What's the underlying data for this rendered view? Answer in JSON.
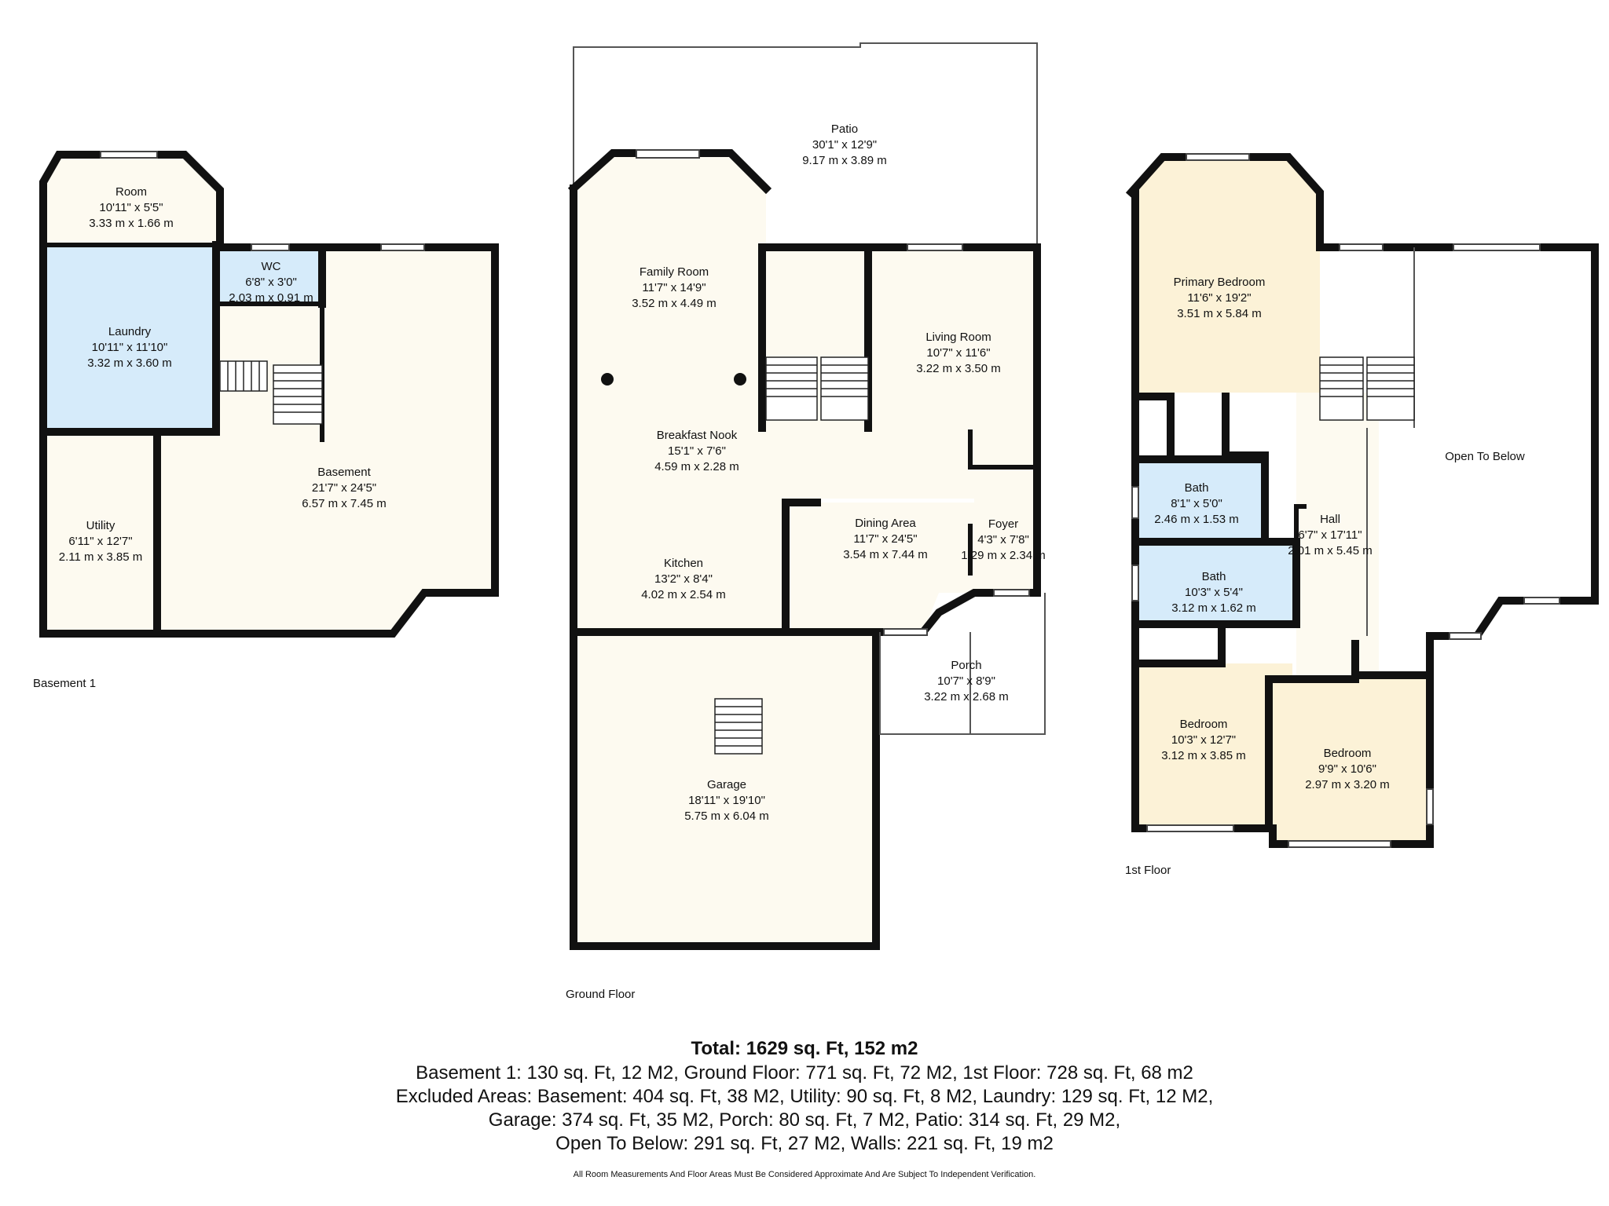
{
  "floors": {
    "basement": {
      "label": "Basement 1",
      "rooms": [
        {
          "name": "Room",
          "imperial": "10'11\" x 5'5\"",
          "metric": "3.33 m x 1.66 m"
        },
        {
          "name": "WC",
          "imperial": "6'8\" x 3'0\"",
          "metric": "2.03 m x 0.91 m"
        },
        {
          "name": "Laundry",
          "imperial": "10'11\" x 11'10\"",
          "metric": "3.32 m x 3.60 m"
        },
        {
          "name": "Basement",
          "imperial": "21'7\" x 24'5\"",
          "metric": "6.57 m x 7.45 m"
        },
        {
          "name": "Utility",
          "imperial": "6'11\" x 12'7\"",
          "metric": "2.11 m x 3.85 m"
        }
      ]
    },
    "ground": {
      "label": "Ground Floor",
      "rooms": [
        {
          "name": "Patio",
          "imperial": "30'1\" x 12'9\"",
          "metric": "9.17 m x 3.89 m"
        },
        {
          "name": "Family Room",
          "imperial": "11'7\" x 14'9\"",
          "metric": "3.52 m x 4.49 m"
        },
        {
          "name": "Living Room",
          "imperial": "10'7\" x 11'6\"",
          "metric": "3.22 m x 3.50 m"
        },
        {
          "name": "Breakfast Nook",
          "imperial": "15'1\" x 7'6\"",
          "metric": "4.59 m x 2.28 m"
        },
        {
          "name": "Dining Area",
          "imperial": "11'7\" x 24'5\"",
          "metric": "3.54 m x 7.44 m"
        },
        {
          "name": "Foyer",
          "imperial": "4'3\" x 7'8\"",
          "metric": "1.29 m x 2.34 m"
        },
        {
          "name": "Kitchen",
          "imperial": "13'2\" x 8'4\"",
          "metric": "4.02 m x 2.54 m"
        },
        {
          "name": "Porch",
          "imperial": "10'7\" x 8'9\"",
          "metric": "3.22 m x 2.68 m"
        },
        {
          "name": "Garage",
          "imperial": "18'11\" x 19'10\"",
          "metric": "5.75 m x 6.04 m"
        }
      ]
    },
    "first": {
      "label": "1st Floor",
      "rooms": [
        {
          "name": "Primary Bedroom",
          "imperial": "11'6\" x 19'2\"",
          "metric": "3.51 m x 5.84 m"
        },
        {
          "name": "Open To Below",
          "imperial": "",
          "metric": ""
        },
        {
          "name": "Bath",
          "imperial": "8'1\" x 5'0\"",
          "metric": "2.46 m x 1.53 m"
        },
        {
          "name": "Hall",
          "imperial": "6'7\" x 17'11\"",
          "metric": "2.01 m x 5.45 m"
        },
        {
          "name": "Bath",
          "imperial": "10'3\" x 5'4\"",
          "metric": "3.12 m x 1.62 m"
        },
        {
          "name": "Bedroom",
          "imperial": "10'3\" x 12'7\"",
          "metric": "3.12 m x 3.85 m"
        },
        {
          "name": "Bedroom",
          "imperial": "9'9\" x 10'6\"",
          "metric": "2.97 m x 3.20 m"
        }
      ]
    }
  },
  "totals": {
    "title": "Total: 1629 sq. Ft, 152 m2",
    "lines": [
      "Basement 1: 130 sq. Ft, 12 M2, Ground Floor: 771 sq. Ft, 72 M2, 1st Floor: 728 sq. Ft, 68 m2",
      "Excluded Areas: Basement: 404 sq. Ft, 38 M2, Utility: 90 sq. Ft, 8 M2, Laundry: 129 sq. Ft, 12 M2,",
      "Garage: 374 sq. Ft, 35 M2, Porch: 80 sq. Ft, 7 M2, Patio: 314 sq. Ft, 29 M2,",
      "Open To Below: 291 sq. Ft, 27 M2, Walls: 221 sq. Ft, 19 m2"
    ]
  },
  "disclaimer": "All Room Measurements And Floor Areas Must Be Considered Approximate And Are Subject To Independent Verification.",
  "colors": {
    "wall": "#111111",
    "room_fill": "#fdfaf0",
    "wet_room_fill": "#d6ebfa",
    "primary_bedroom_fill": "#fcf2d7",
    "bedroom_fill": "#fcf2d7"
  }
}
